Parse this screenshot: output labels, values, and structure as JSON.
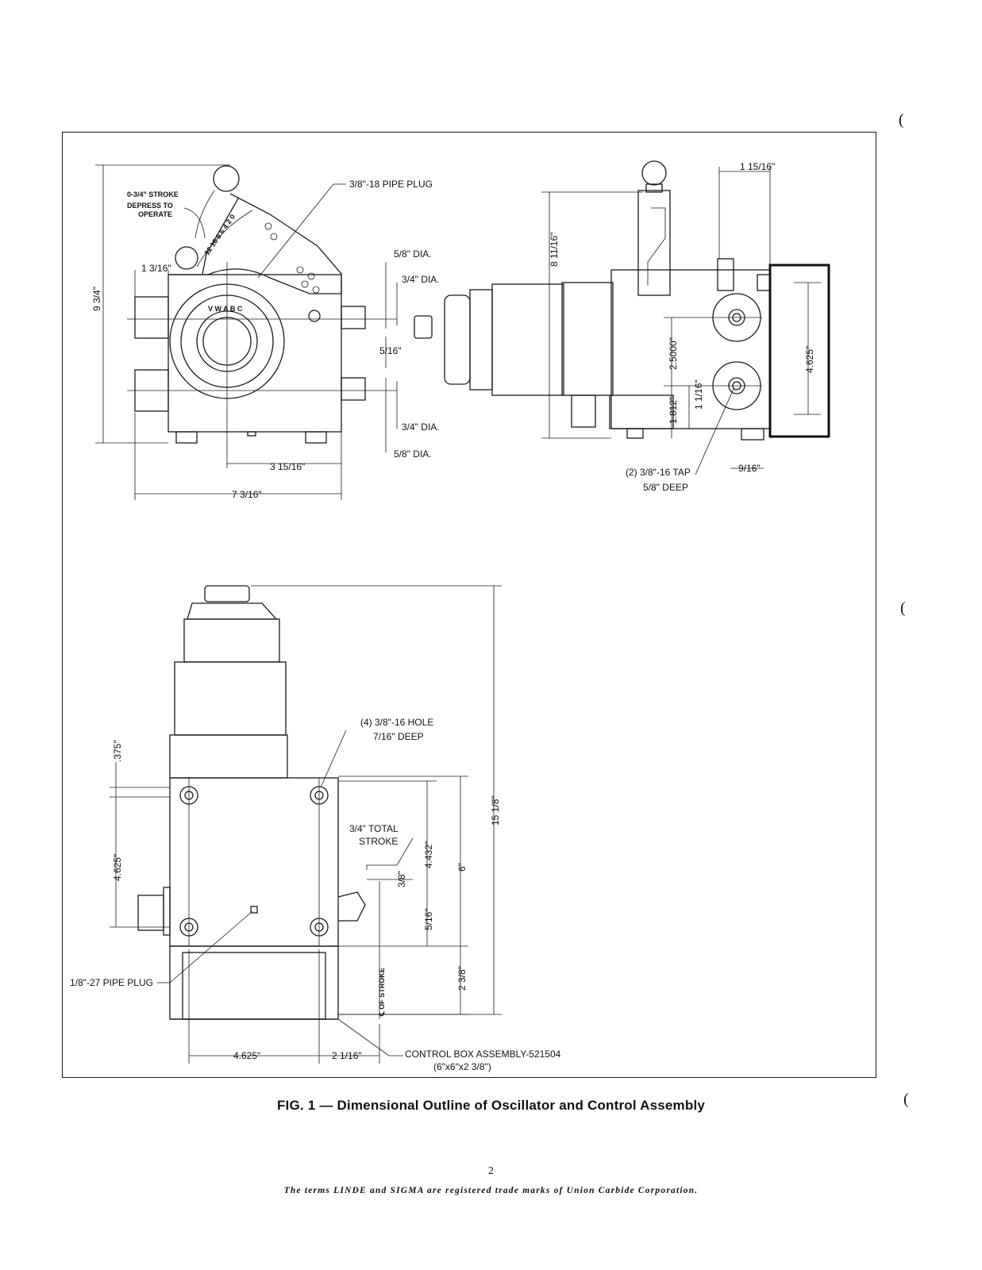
{
  "figure": {
    "caption": "FIG. 1 — Dimensional Outline of Oscillator and Control Assembly",
    "front_view": {
      "stroke_note_line1": "0-3/4\" STROKE",
      "stroke_note_line2": "DEPRESS TO",
      "stroke_note_line3": "OPERATE",
      "pipe_plug": "3/8\"-18 PIPE PLUG",
      "dim_height": "9 3/4\"",
      "dim_left_offset": "1 3/16\"",
      "dia_5_8_top": "5/8\" DIA.",
      "dia_3_4_top": "3/4\" DIA.",
      "dim_5_16": "5/16\"",
      "dia_3_4_bottom": "3/4\" DIA.",
      "dia_5_8_bottom": "5/8\" DIA.",
      "dim_3_15_16": "3 15/16\"",
      "dim_7_3_16": "7 3/16\"",
      "scale_numbers": "12 10 8 6 4 2 0",
      "dial_letters": "V W A B C"
    },
    "side_view": {
      "dim_1_15_16": "1 15/16\"",
      "dim_8_11_16": "8 11/16\"",
      "dim_2_5000": "2.5000\"",
      "dim_4_625": "4.625\"",
      "dim_1_812": "1.812\"",
      "dim_1_1_16": "1 1/16\"",
      "tap_line1": "(2) 3/8\"-16 TAP",
      "tap_line2": "5/8\" DEEP",
      "dim_9_16": "9/16\""
    },
    "top_view": {
      "hole_line1": "(4) 3/8\"-16 HOLE",
      "hole_line2": "7/16\" DEEP",
      "dim_375": ".375\"",
      "dim_4_625_left": "4.625\"",
      "total_stroke_line1": "3/4\" TOTAL",
      "total_stroke_line2": "STROKE",
      "dim_4_432": "4.432\"",
      "dim_3_8": "3/8\"",
      "dim_6": "6\"",
      "dim_15_1_8": "15 1/8\"",
      "dim_5_16": "5/16\"",
      "dim_2_3_8": "2 3/8\"",
      "pipe_plug": "1/8\"-27 PIPE PLUG",
      "centerline_of_stroke": "℄ OF STROKE",
      "dim_4_625_bottom": "4.625\"",
      "dim_2_1_16": "2 1/16\"",
      "control_box_line1": "CONTROL BOX ASSEMBLY-521504",
      "control_box_line2": "(6\"x6\"x2 3/8\")"
    }
  },
  "footer": {
    "page_number": "2",
    "trademark": "The terms LINDE and SIGMA are registered trade marks of Union Carbide Corporation."
  }
}
